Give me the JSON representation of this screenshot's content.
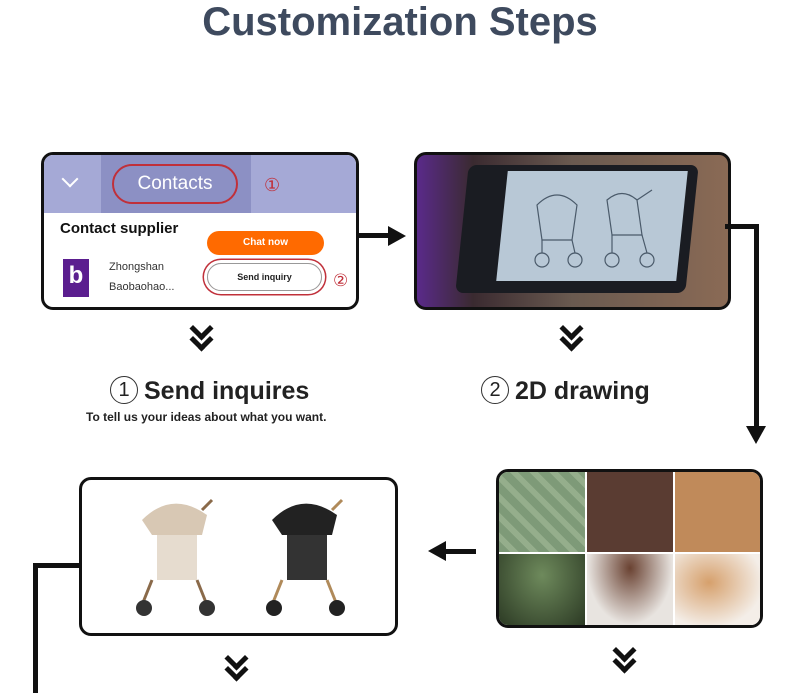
{
  "title": "Customization Steps",
  "screenshot": {
    "tab": "Contacts",
    "marker1": "①",
    "heading": "Contact supplier",
    "chat_button": "Chat now",
    "inquiry_button": "Send inquiry",
    "marker2": "②",
    "supplier_line1": "Zhongshan",
    "supplier_line2": "Baobaohao...",
    "logo_letter": "b"
  },
  "steps": [
    {
      "num": "1",
      "title": "Send inquires",
      "subtitle": "To tell us your ideas about what you want."
    },
    {
      "num": "2",
      "title": "2D drawing"
    }
  ],
  "colors": {
    "title": "#3e4a5e",
    "tabbar": "#a5a9d6",
    "orange": "#ff6a00",
    "logo": "#5b1e8f"
  }
}
